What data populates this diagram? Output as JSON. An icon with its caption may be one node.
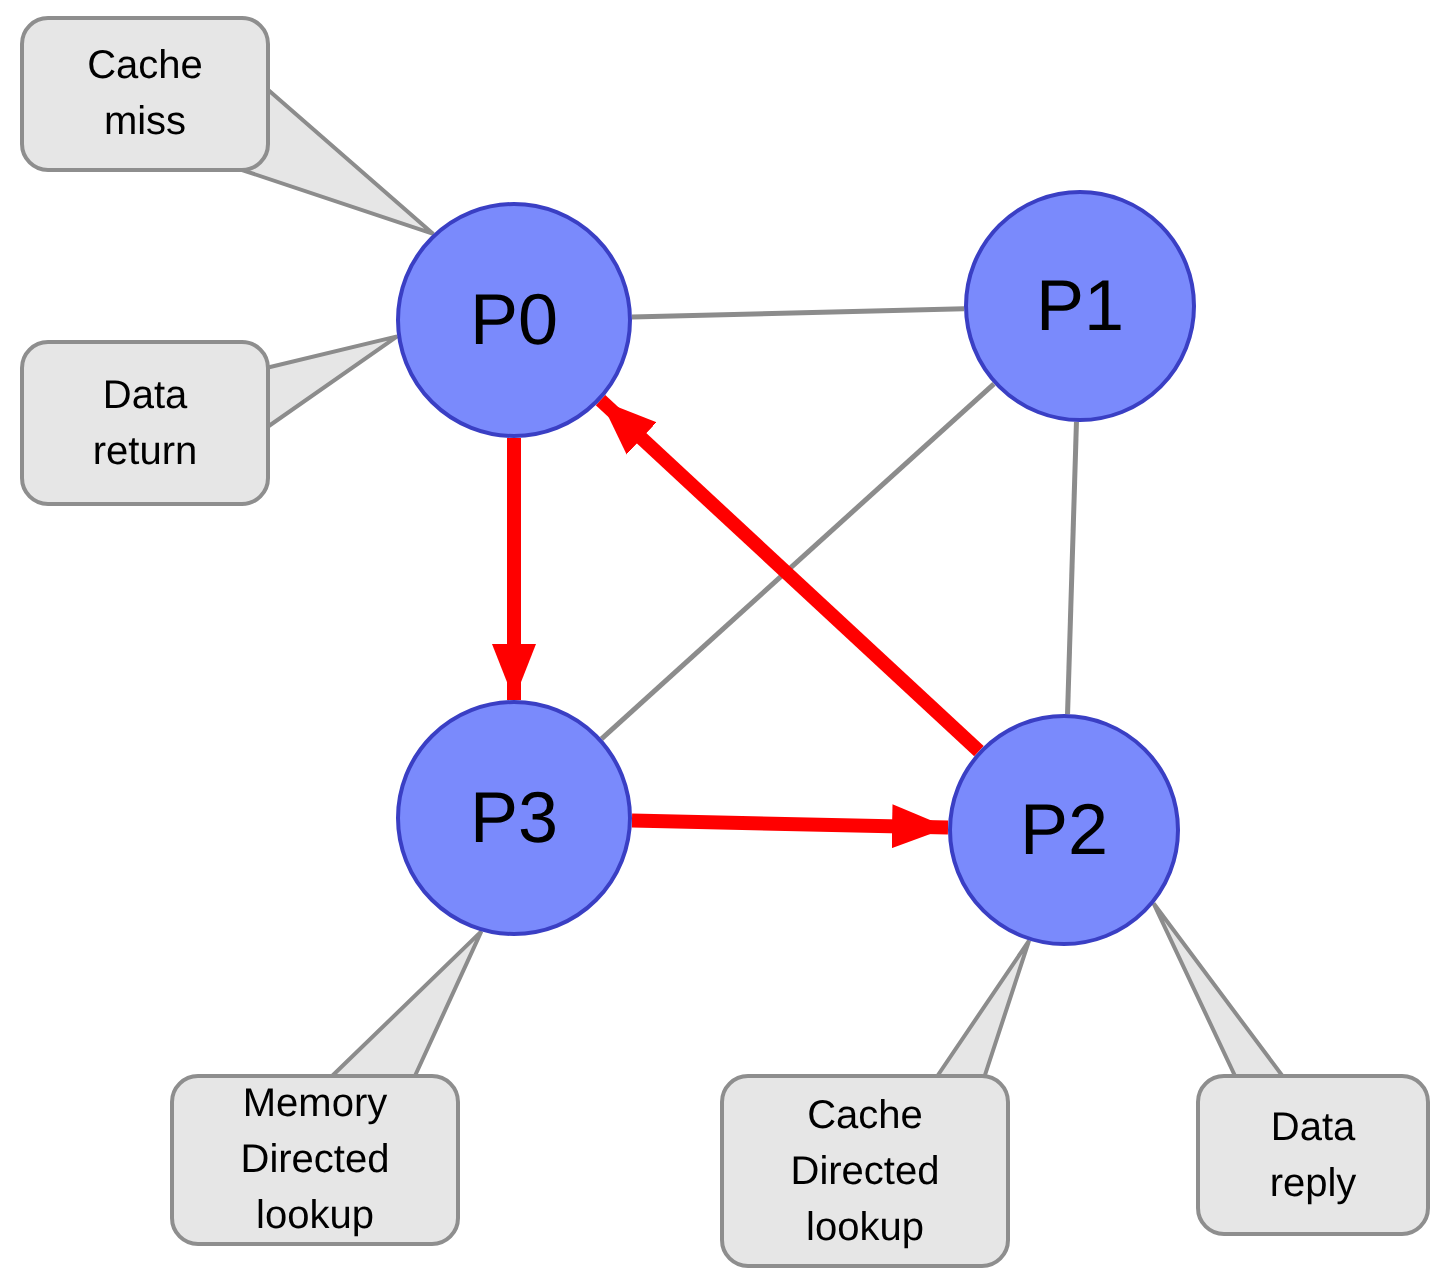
{
  "diagram": {
    "nodes": [
      {
        "text": [
          "Cache miss"
        ]
      },
      {
        "text": [
          "P0"
        ]
      },
      {
        "text": [
          "P1"
        ]
      },
      {
        "text": [
          "Data return"
        ]
      },
      {
        "text": [
          "P3"
        ]
      },
      {
        "text": [
          "P2"
        ]
      },
      {
        "text": [
          "Memory Directed lookup"
        ]
      },
      {
        "text": [
          "Cache Directed lookup"
        ]
      },
      {
        "text": [
          "Data reply"
        ]
      }
    ],
    "edges": [
      {
        "from": 1,
        "to": 2,
        "arrow": "none"
      },
      {
        "from": 2,
        "to": 5,
        "arrow": "none"
      },
      {
        "from": 2,
        "to": 4,
        "arrow": "none"
      },
      {
        "from": 1,
        "to": 4,
        "arrow": "to",
        "style": "thick",
        "color": "#ff0000"
      },
      {
        "from": 4,
        "to": 5,
        "arrow": "to",
        "style": "thick",
        "color": "#ff0000"
      },
      {
        "from": 5,
        "to": 1,
        "arrow": "to",
        "style": "thick",
        "color": "#ff0000"
      }
    ]
  }
}
